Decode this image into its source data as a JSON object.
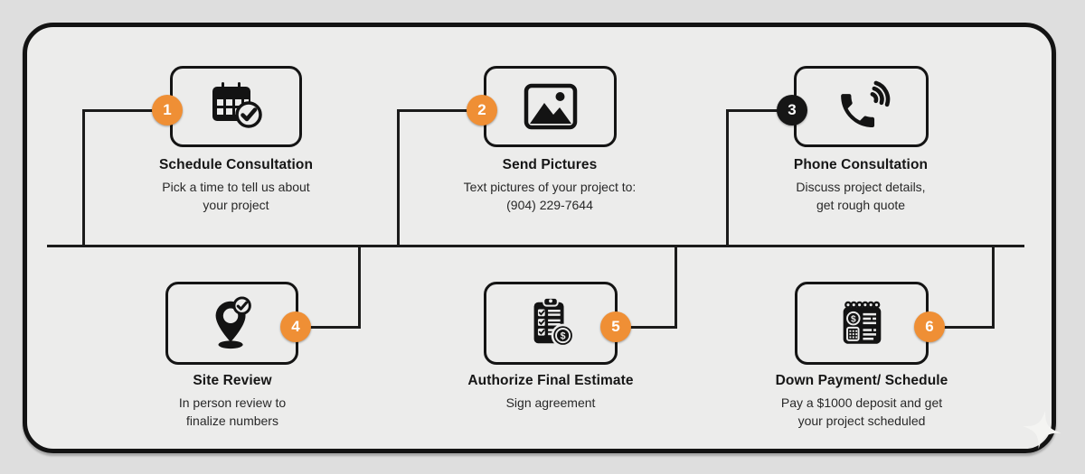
{
  "page": {
    "bg_outer": "#dedede",
    "bg_inner": "#ececeb",
    "accent_orange": "#ef8f35",
    "line_color": "#1b1b1b"
  },
  "steps": [
    {
      "number": "1",
      "title": "Schedule Consultation",
      "description": "Pick a time to tell us about\nyour project",
      "icon": "calendar-check-icon",
      "badge_style": "background:#ef8f35"
    },
    {
      "number": "2",
      "title": "Send Pictures",
      "description": "Text pictures of your project to:\n(904) 229-7644",
      "icon": "photo-icon",
      "badge_style": "background:#ef8f35"
    },
    {
      "number": "3",
      "title": "Phone Consultation",
      "description": "Discuss project details,\nget rough quote",
      "icon": "phone-waves-icon",
      "badge_style": "background:#161616"
    },
    {
      "number": "4",
      "title": "Site Review",
      "description": "In person review to\nfinalize numbers",
      "icon": "location-pin-check-icon",
      "badge_style": "background:#ef8f35"
    },
    {
      "number": "5",
      "title": "Authorize Final Estimate",
      "description": "Sign agreement",
      "icon": "clipboard-dollar-icon",
      "badge_style": "background:#ef8f35"
    },
    {
      "number": "6",
      "title": "Down Payment/ Schedule",
      "description": "Pay a $1000 deposit and get\nyour project scheduled",
      "icon": "payment-ledger-icon",
      "badge_style": "background:#ef8f35"
    }
  ]
}
